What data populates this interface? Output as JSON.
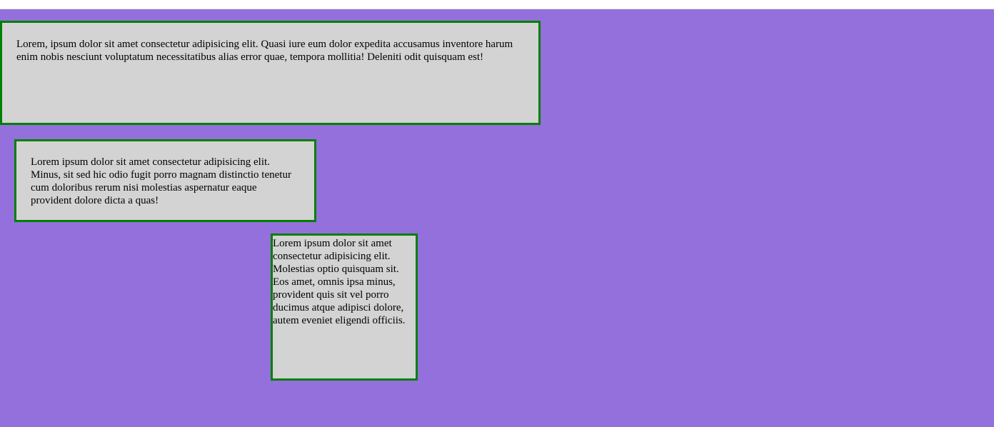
{
  "boxes": [
    {
      "text": "Lorem, ipsum dolor sit amet consectetur adipisicing elit. Quasi iure eum dolor expedita accusamus inventore harum enim nobis nesciunt voluptatum necessitatibus alias error quae, tempora mollitia! Deleniti odit quisquam est!"
    },
    {
      "text": "Lorem ipsum dolor sit amet consectetur adipisicing elit. Minus, sit sed hic odio fugit porro magnam distinctio tenetur cum doloribus rerum nisi molestias aspernatur eaque provident dolore dicta a quas!"
    },
    {
      "text": "Lorem ipsum dolor sit amet consectetur adipisicing elit. Molestias optio quisquam sit. Eos amet, omnis ipsa minus, provident quis sit vel porro ducimus atque adipisci dolore, autem eveniet eligendi officiis."
    }
  ],
  "colors": {
    "page_background": "#9370db",
    "box_background": "#d3d3d3",
    "box_border": "#008000",
    "top_strip": "#ffffff"
  }
}
